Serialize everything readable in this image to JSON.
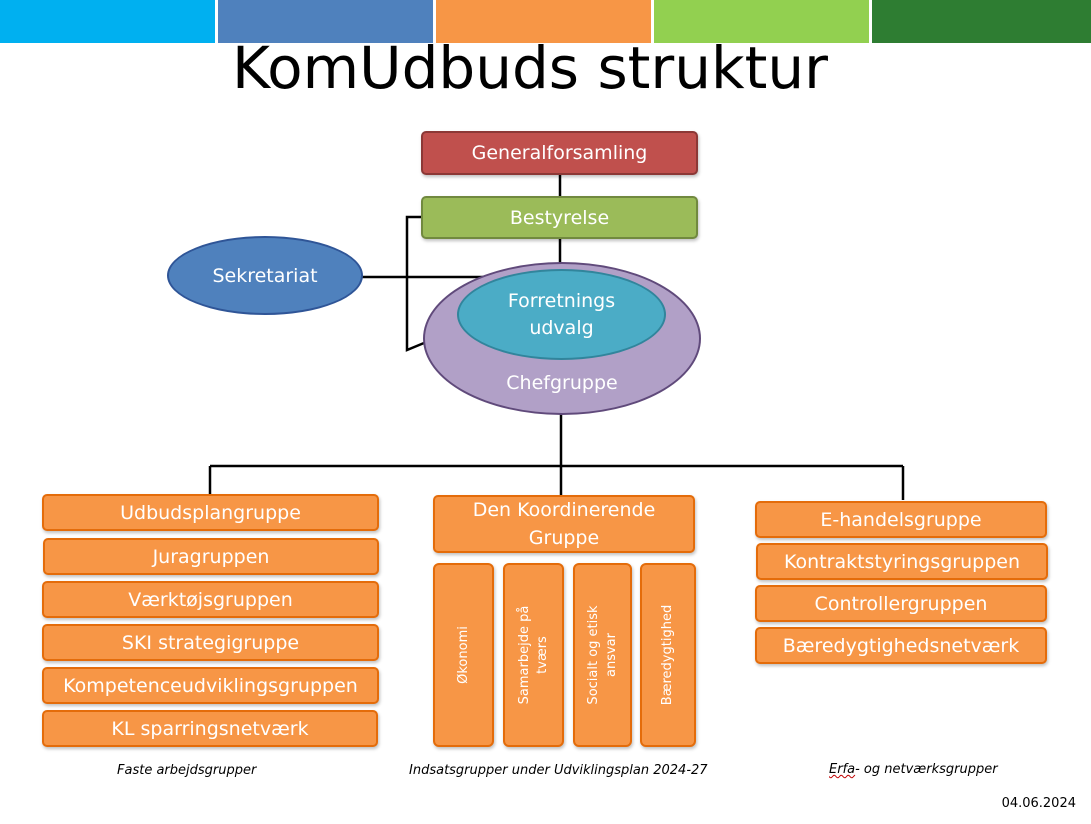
{
  "title": "KomUdbuds struktur",
  "header_colors": [
    "#00b0f0",
    "#4f81bd",
    "#f79646",
    "#92d050",
    "#2e7d32"
  ],
  "nodes": {
    "generalforsamling": "Generalforsamling",
    "bestyrelse": "Bestyrelse",
    "sekretariat": "Sekretariat",
    "forretningsudvalg_line1": "Forretnings",
    "forretningsudvalg_line2": "udvalg",
    "chefgruppe": "Chefgruppe"
  },
  "left_groups": [
    "Udbudsplangruppe",
    "Juragruppen",
    "Værktøjsgruppen",
    "SKI strategigruppe",
    "Kompetenceudviklingsgruppen",
    "KL sparringsnetværk"
  ],
  "center_group": {
    "line1": "Den Koordinerende",
    "line2": "Gruppe"
  },
  "center_subgroups": [
    {
      "line1": "Økonomi",
      "line2": ""
    },
    {
      "line1": "Samarbejde på",
      "line2": "tværs"
    },
    {
      "line1": "Socialt og etisk",
      "line2": "ansvar"
    },
    {
      "line1": "Bæredygtighed",
      "line2": ""
    }
  ],
  "right_groups": [
    "E-handelsgruppe",
    "Kontraktstyringsgruppen",
    "Controllergruppen",
    "Bæredygtighedsnetværk"
  ],
  "captions": {
    "left": "Faste arbejdsgrupper",
    "center": "Indsatsgrupper under Udviklingsplan 2024-27",
    "right_part1": "Erfa",
    "right_part2": "- og netværksgrupper"
  },
  "date": "04.06.2024"
}
